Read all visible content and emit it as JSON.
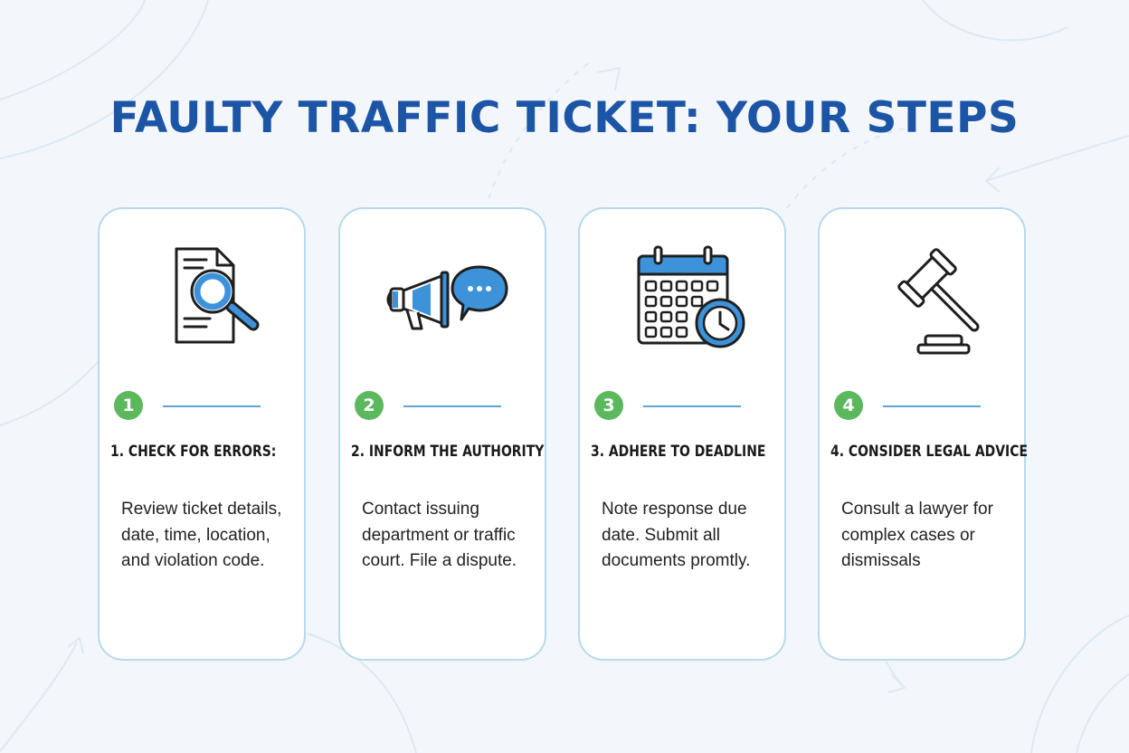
{
  "title": "FAULTY TRAFFIC TICKET: YOUR STEPS",
  "colors": {
    "title": "#1d55a6",
    "accent": "#3d92da",
    "badge": "#5cb85c",
    "card_border": "#b7d9ef",
    "background": "#f3f7fb"
  },
  "steps": [
    {
      "number": "1",
      "title": "1. CHECK FOR ERRORS:",
      "description": "Review ticket details, date, time, location, and violation code.",
      "icon": "document-magnifier-icon"
    },
    {
      "number": "2",
      "title": "2. INFORM THE AUTHORITY",
      "description": "Contact issuing department or traffic court. File a dispute.",
      "icon": "megaphone-chat-icon"
    },
    {
      "number": "3",
      "title": "3. ADHERE TO DEADLINE",
      "description": "Note response due date. Submit all documents promtly.",
      "icon": "calendar-clock-icon"
    },
    {
      "number": "4",
      "title": "4. CONSIDER LEGAL ADVICE",
      "description": "Consult a lawyer for complex cases or dismissals",
      "icon": "gavel-icon"
    }
  ]
}
